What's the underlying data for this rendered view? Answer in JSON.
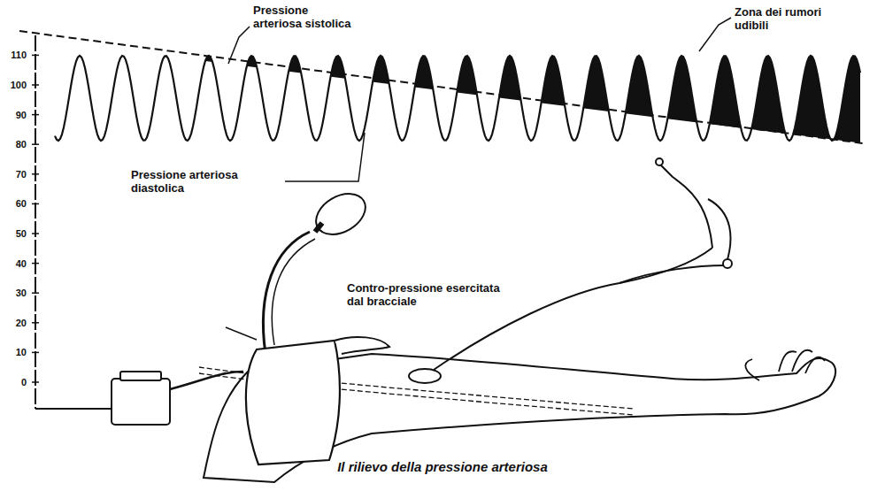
{
  "diagram": {
    "caption": "Il rilievo della pressione arteriosa",
    "labels": [
      "Pressione arteriosa sistolica",
      "Zona dei rumori udibili",
      "Pressione arteriosa diastolica",
      "Contro-pressione esercitata dal bracciale",
      "110",
      "100",
      "90",
      "80",
      "70",
      "60",
      "50",
      "40",
      "30",
      "20",
      "10",
      "0"
    ]
  }
}
